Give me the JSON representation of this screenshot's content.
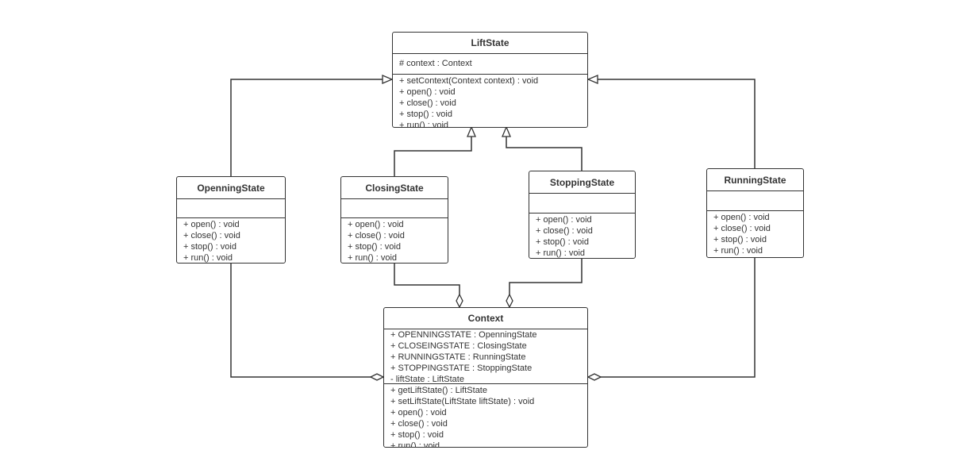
{
  "classes": {
    "lift_state": {
      "name": "LiftState",
      "attributes": [
        "# context : Context"
      ],
      "operations": [
        "+ setContext(Context context) : void",
        "+ open() : void",
        "+ close() : void",
        "+ stop() : void",
        "+ run() : void"
      ]
    },
    "openning_state": {
      "name": "OpenningState",
      "attributes": [],
      "operations": [
        "+ open() : void",
        "+ close() : void",
        "+ stop() : void",
        "+ run() : void"
      ]
    },
    "closing_state": {
      "name": "ClosingState",
      "attributes": [],
      "operations": [
        "+ open() : void",
        "+ close() : void",
        "+ stop() : void",
        "+ run() : void"
      ]
    },
    "stopping_state": {
      "name": "StoppingState",
      "attributes": [],
      "operations": [
        "+ open() : void",
        "+ close() : void",
        "+ stop() : void",
        "+ run() : void"
      ]
    },
    "running_state": {
      "name": "RunningState",
      "attributes": [],
      "operations": [
        "+ open() : void",
        "+ close() : void",
        "+ stop() : void",
        "+ run() : void"
      ]
    },
    "context": {
      "name": "Context",
      "attributes": [
        "+ OPENNINGSTATE : OpenningState",
        "+ CLOSEINGSTATE : ClosingState",
        "+ RUNNINGSTATE : RunningState",
        "+ STOPPINGSTATE : StoppingState",
        "- liftState : LiftState"
      ],
      "operations": [
        "+ getLiftState() : LiftState",
        "+ setLiftState(LiftState liftState) : void",
        "+ open() : void",
        "+ close() : void",
        "+ stop() : void",
        "+ run() : void"
      ]
    }
  },
  "relations": [
    {
      "type": "generalization",
      "from": "OpenningState",
      "to": "LiftState"
    },
    {
      "type": "generalization",
      "from": "ClosingState",
      "to": "LiftState"
    },
    {
      "type": "generalization",
      "from": "StoppingState",
      "to": "LiftState"
    },
    {
      "type": "generalization",
      "from": "RunningState",
      "to": "LiftState"
    },
    {
      "type": "aggregation",
      "from": "OpenningState",
      "to": "Context"
    },
    {
      "type": "aggregation",
      "from": "ClosingState",
      "to": "Context"
    },
    {
      "type": "aggregation",
      "from": "StoppingState",
      "to": "Context"
    },
    {
      "type": "aggregation",
      "from": "RunningState",
      "to": "Context"
    }
  ]
}
